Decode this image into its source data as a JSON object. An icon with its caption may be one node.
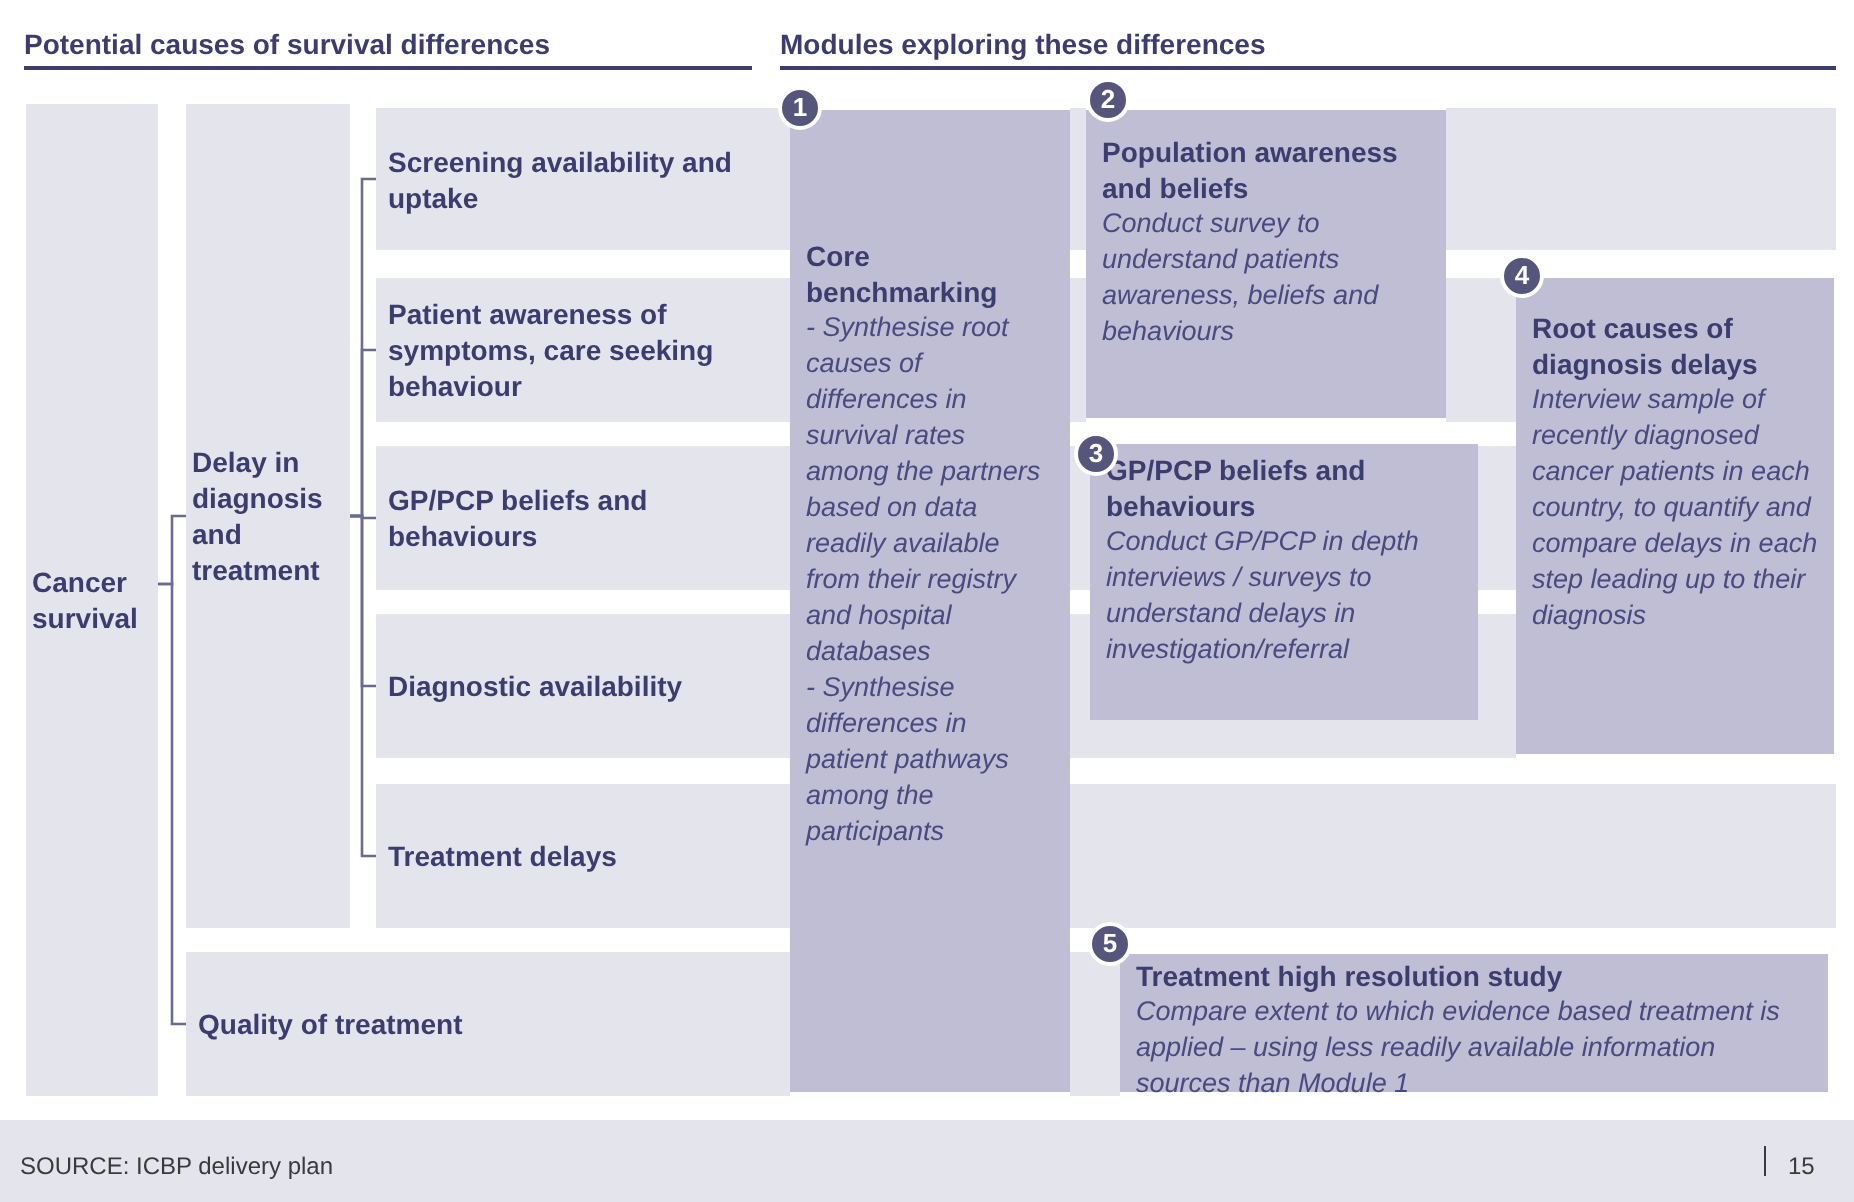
{
  "diagram": {
    "nodes": [
      {
        "text": [
          "Cancer survival"
        ]
      },
      {
        "text": [
          "Delay in diagnosis and treatment"
        ]
      },
      {
        "text": [
          "Screening availability and uptake"
        ]
      },
      {
        "text": [
          "Patient awareness of symptoms, care seeking behaviour"
        ]
      },
      {
        "text": [
          "GP/PCP beliefs and behaviours"
        ]
      },
      {
        "text": [
          "Diagnostic availability"
        ]
      },
      {
        "text": [
          "Treatment delays"
        ]
      },
      {
        "text": [
          "Quality of treatment"
        ]
      },
      {
        "text": [
          "1",
          "Core benchmarking",
          "- Synthesise root causes of differences in survival rates among the partners based on data readily available from their registry and hospital databases",
          "- Synthesise differences in patient pathways among the participants"
        ]
      },
      {
        "text": [
          "2",
          "Population awareness and beliefs",
          "Conduct survey to understand patients awareness, beliefs and behaviours"
        ]
      },
      {
        "text": [
          "3",
          "GP/PCP beliefs and behaviours",
          "Conduct GP/PCP in depth interviews / surveys to understand delays in investigation/referral"
        ]
      },
      {
        "text": [
          "4",
          "Root causes of diagnosis delays",
          "Interview sample of recently diagnosed cancer patients in each country, to quantify and compare delays in each step leading up to their diagnosis"
        ]
      },
      {
        "text": [
          "5",
          "Treatment high resolution study",
          "Compare extent to which evidence based treatment is applied – using less readily available information sources than Module 1"
        ]
      }
    ],
    "edges": [
      {
        "from": 0,
        "to": 1,
        "arrow": "none"
      },
      {
        "from": 0,
        "to": 7,
        "arrow": "none"
      },
      {
        "from": 1,
        "to": 2,
        "arrow": "none"
      },
      {
        "from": 1,
        "to": 3,
        "arrow": "none"
      },
      {
        "from": 1,
        "to": 4,
        "arrow": "none"
      },
      {
        "from": 1,
        "to": 5,
        "arrow": "none"
      },
      {
        "from": 1,
        "to": 6,
        "arrow": "none"
      }
    ],
    "labels": [
      "Potential causes of survival differences",
      "Modules exploring these differences",
      "SOURCE: ICBP delivery plan",
      "15"
    ]
  }
}
